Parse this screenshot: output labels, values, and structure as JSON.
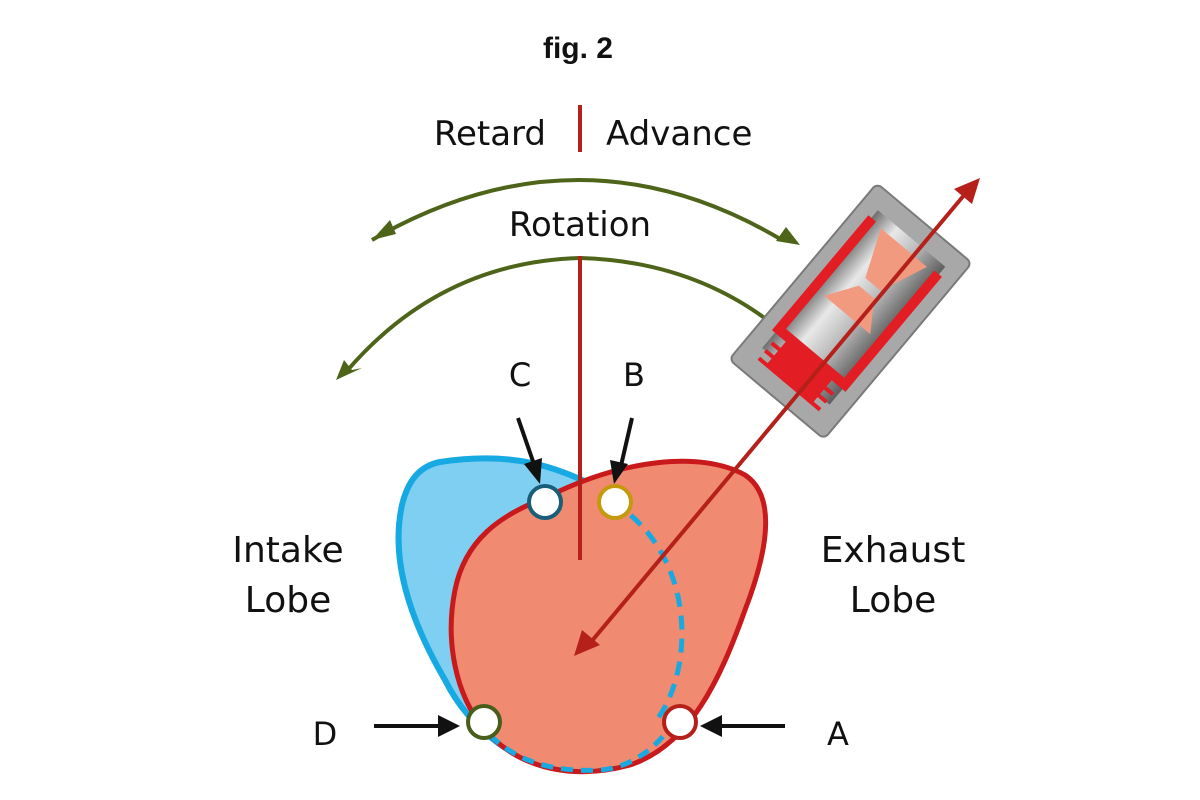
{
  "figure": {
    "title": "fig. 2",
    "labels": {
      "retard": "Retard",
      "advance": "Advance",
      "rotation": "Rotation",
      "intake_line1": "Intake",
      "intake_line2": "Lobe",
      "exhaust_line1": "Exhaust",
      "exhaust_line2": "Lobe"
    },
    "points": [
      {
        "id": "A",
        "label": "A",
        "ring_color": "#b5211a"
      },
      {
        "id": "B",
        "label": "B",
        "ring_color": "#c49a0c"
      },
      {
        "id": "C",
        "label": "C",
        "ring_color": "#1a5f7a"
      },
      {
        "id": "D",
        "label": "D",
        "ring_color": "#4a5e1c"
      }
    ],
    "colors": {
      "intake_fill": "#7fcff2",
      "intake_stroke": "#17a9e1",
      "exhaust_fill": "#f08a70",
      "exhaust_stroke": "#c8191c",
      "centerline": "#b5211a",
      "rotation_arrow": "#4e6419",
      "pointer_arrow": "#111111",
      "lifter_body": "#a8a8a8",
      "lifter_red": "#e21d24",
      "lifter_salmon": "#f29a80"
    }
  }
}
